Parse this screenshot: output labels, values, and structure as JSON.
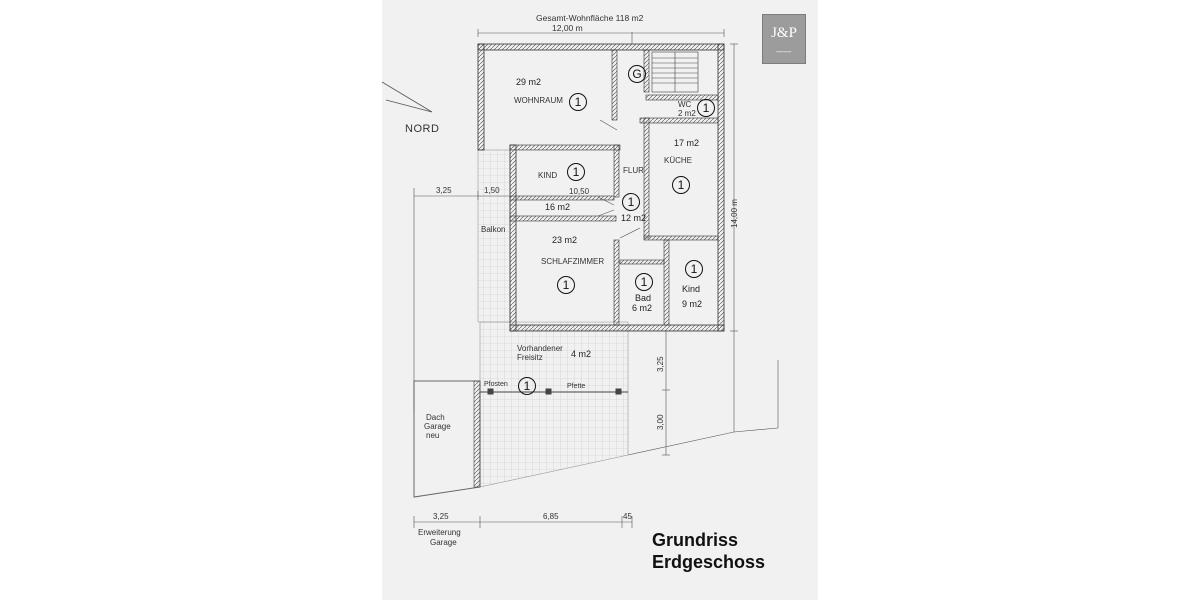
{
  "header": {
    "total_area": "Gesamt-Wohnfläche 118 m2",
    "width_dim": "12,00 m"
  },
  "logo": {
    "mark": "J&P"
  },
  "compass": {
    "label": "NORD"
  },
  "rooms": {
    "wohnraum": {
      "area": "29 m2",
      "name": "WOHNRAUM",
      "num": "1"
    },
    "stair": {
      "symbol": "G"
    },
    "wc": {
      "name": "WC",
      "area": "2 m2",
      "num": "1"
    },
    "kueche": {
      "area": "17 m2",
      "name": "KÜCHE",
      "num": "1"
    },
    "kind1": {
      "name": "KIND",
      "value": "10,50",
      "area": "16 m2",
      "num": "1"
    },
    "flur": {
      "name": "FLUR",
      "num": "1",
      "area": "12 m2"
    },
    "schlafzimmer": {
      "area": "23 m2",
      "name": "SCHLAFZIMMER",
      "num": "1"
    },
    "bad": {
      "num": "1",
      "name": "Bad",
      "area": "6 m2"
    },
    "kind2": {
      "num": "1",
      "name": "Kind",
      "area": "9 m2"
    },
    "balkon": {
      "name": "Balkon"
    },
    "freisitz": {
      "line1": "Vorhandener",
      "line2": "Freisitz",
      "area": "4 m2",
      "num": "1"
    },
    "pfosten": {
      "name": "Pfosten"
    },
    "pfette": {
      "name": "Pfette"
    },
    "garage": {
      "line1": "Dach",
      "line2": "Garage",
      "line3": "neu"
    }
  },
  "dimensions": {
    "left_325": "3,25",
    "left_150": "1,50",
    "height_1400": "14,00 m",
    "right_325": "3,25",
    "right_300": "3,00",
    "bottom_325": "3,25",
    "bottom_685": "6,85",
    "bottom_45": "45"
  },
  "erweiterung": {
    "line1": "Erweiterung",
    "line2": "Garage"
  },
  "title": {
    "line1": "Grundriss",
    "line2": "Erdgeschoss"
  }
}
